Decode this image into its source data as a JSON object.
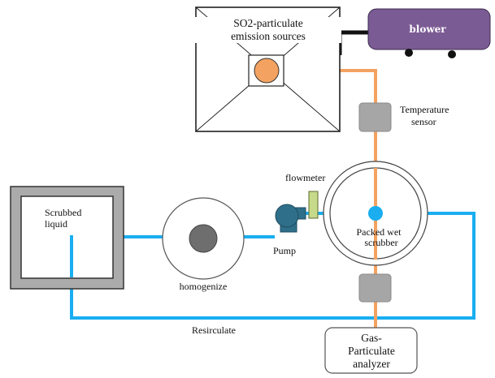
{
  "diagram": {
    "emission_box": {
      "line1": "SO2-particulate",
      "line2": "emission sources"
    },
    "blower": {
      "label": "blower"
    },
    "temperature_sensor": {
      "line1": "Temperature",
      "line2": "sensor"
    },
    "flowmeter": {
      "label": "flowmeter"
    },
    "scrubber": {
      "line1": "Packed wet",
      "line2": "scrubber"
    },
    "pump": {
      "label": "Pump"
    },
    "homogenize": {
      "label": "homogenize"
    },
    "scrubbed_liquid": {
      "line1": "Scrubbed",
      "line2": "liquid"
    },
    "resirculate": {
      "label": "Resirculate"
    },
    "analyzer": {
      "line1": "Gas-",
      "line2": "Particulate",
      "line3": "analyzer"
    },
    "colors": {
      "gas_line": "#F4A261",
      "liquid_line": "#1AAEF0",
      "sensor_gray": "#A6A6A6",
      "blower_fill": "#7B5B94",
      "pump_fill": "#2F6F8A",
      "flowmeter_fill": "#C7DA8A",
      "outline": "#222222"
    }
  }
}
